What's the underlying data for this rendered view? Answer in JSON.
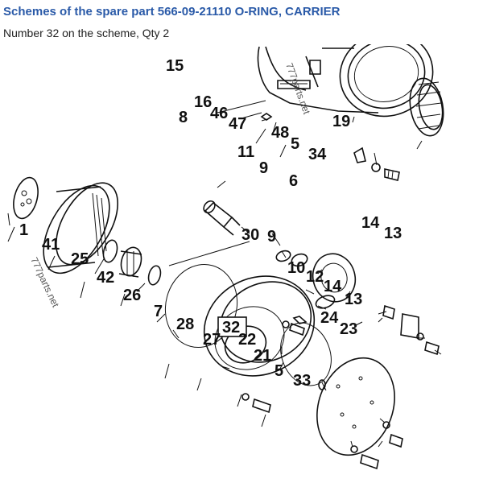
{
  "header": {
    "title": "Schemes of the spare part 566-09-21110 O-RING, CARRIER",
    "subtitle": "Number 32 on the scheme, Qty 2"
  },
  "scheme": {
    "highlighted_part": "32",
    "watermarks": [
      "777parts.net",
      "777parts.net"
    ],
    "part_labels": [
      "15",
      "16",
      "46",
      "8",
      "47",
      "48",
      "19",
      "5",
      "34",
      "11",
      "9",
      "6",
      "14",
      "13",
      "1",
      "41",
      "25",
      "30",
      "9",
      "10",
      "12",
      "42",
      "26",
      "14",
      "13",
      "7",
      "28",
      "32",
      "27",
      "22",
      "24",
      "23",
      "21",
      "5",
      "33"
    ]
  }
}
